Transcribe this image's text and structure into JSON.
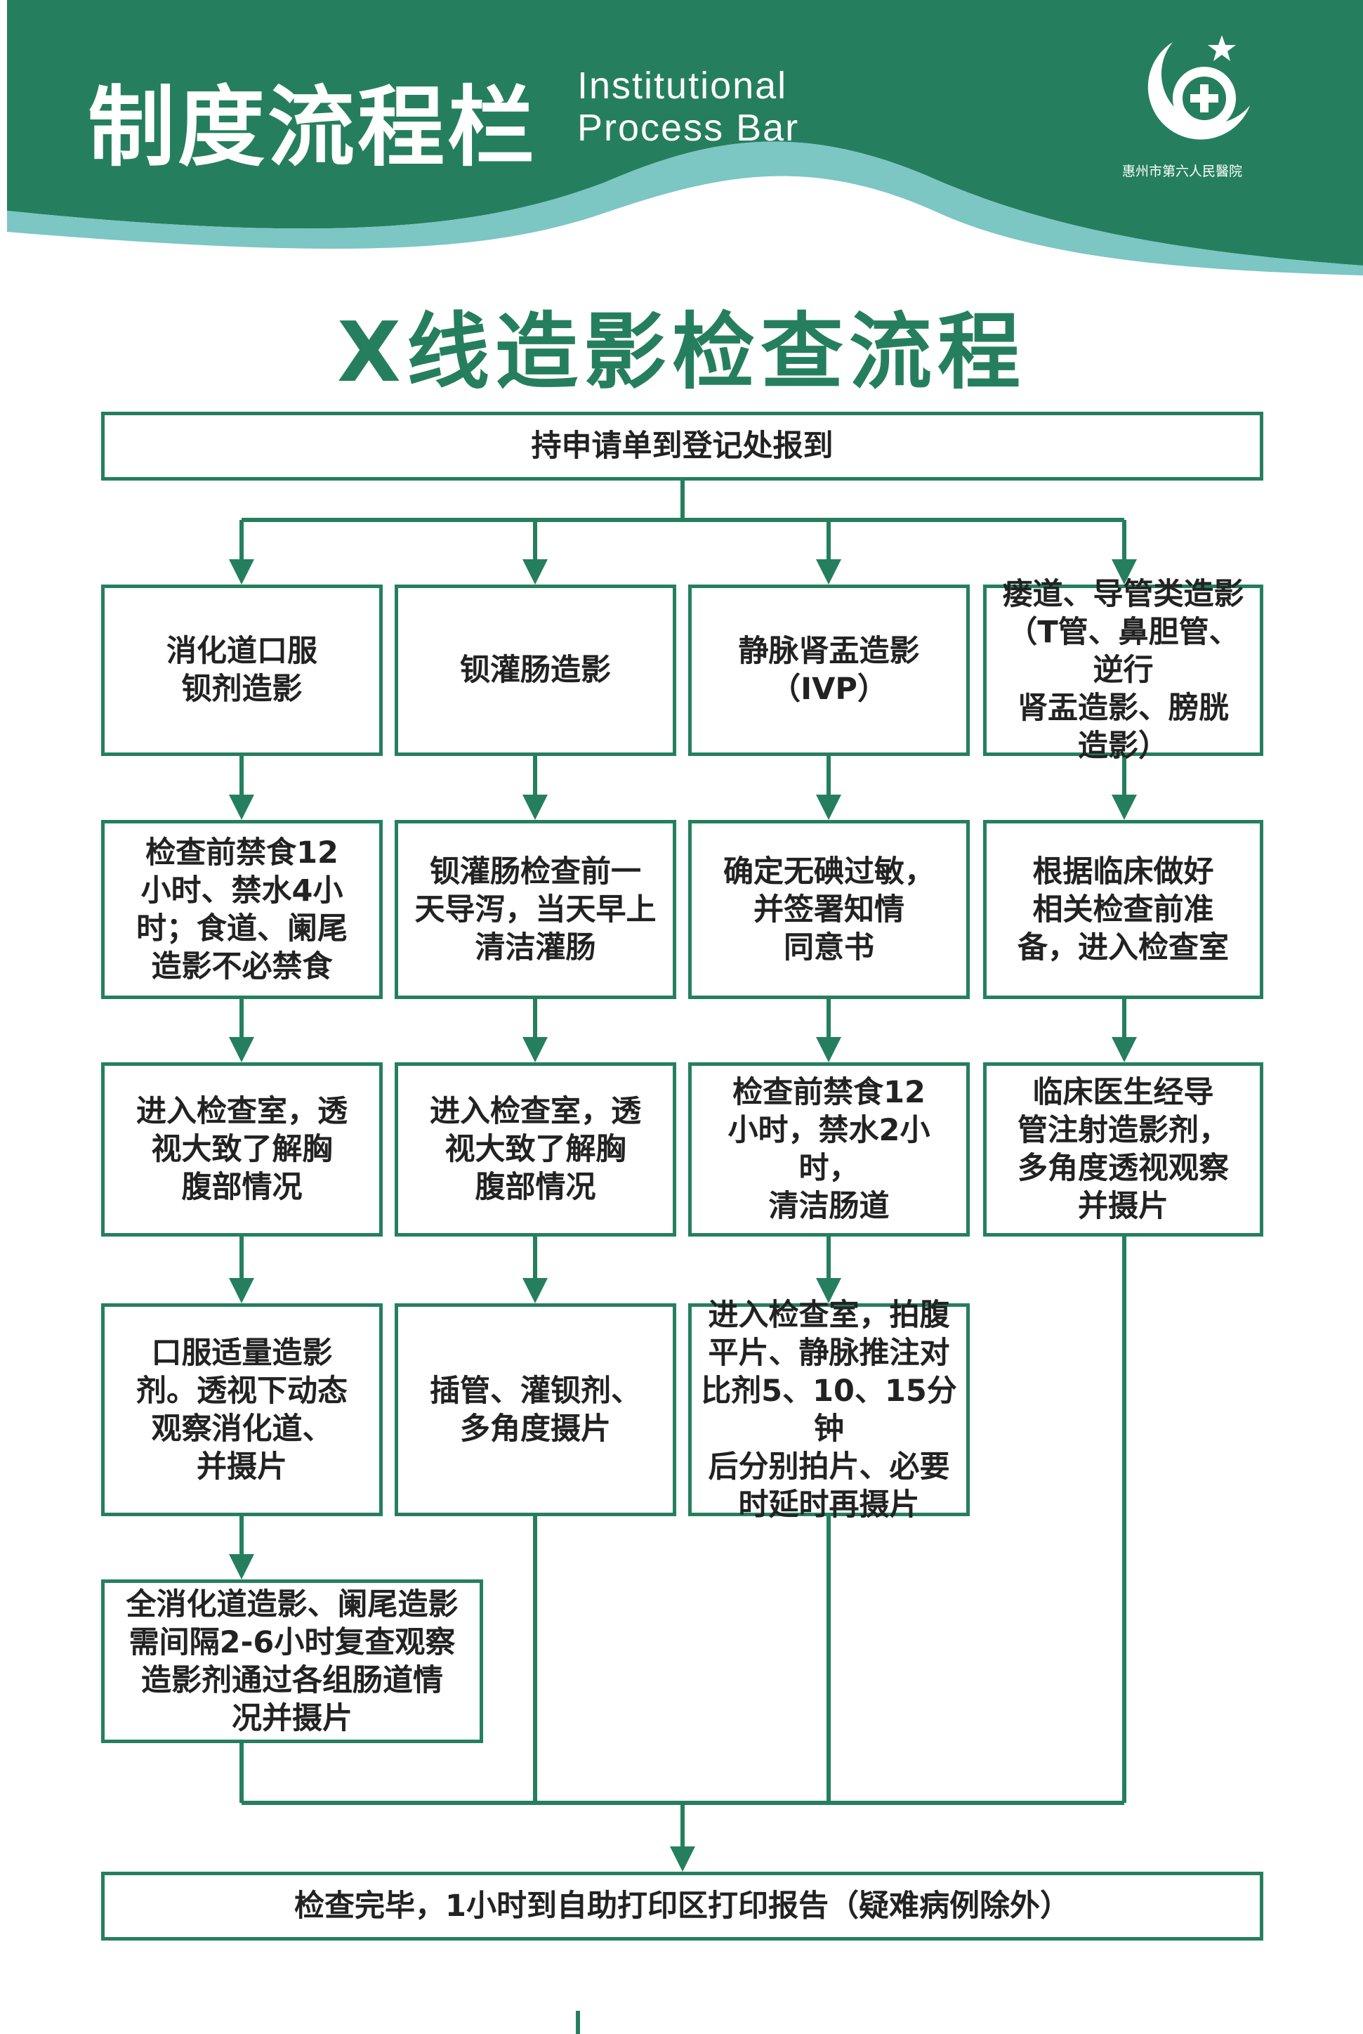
{
  "header": {
    "title_cn": "制度流程栏",
    "title_en_line1": "Institutional",
    "title_en_line2": "Process Bar",
    "hospital_name": "惠州市第六人民醫院"
  },
  "colors": {
    "brand_green": "#257f5e",
    "wave_teal": "#7cc6c4"
  },
  "page_title": "X线造影检查流程",
  "start": "持申请单到登记处报到",
  "columns": [
    {
      "steps": [
        "消化道口服\n钡剂造影",
        "检查前禁食12\n小时、禁水4小\n时；食道、阑尾\n造影不必禁食",
        "进入检查室，透\n视大致了解胸\n腹部情况",
        "口服适量造影\n剂。透视下动态\n观察消化道、\n并摄片",
        "全消化道造影、阑尾造影\n需间隔2-6小时复查观察\n造影剂通过各组肠道情\n况并摄片"
      ]
    },
    {
      "steps": [
        "钡灌肠造影",
        "钡灌肠检查前一\n天导泻，当天早上\n清洁灌肠",
        "进入检查室，透\n视大致了解胸\n腹部情况",
        "插管、灌钡剂、\n多角度摄片"
      ]
    },
    {
      "steps": [
        "静脉肾盂造影\n（IVP）",
        "确定无碘过敏，\n并签署知情\n同意书",
        "检查前禁食12\n小时，禁水2小时，\n清洁肠道",
        "进入检查室，拍腹\n平片、静脉推注对\n比剂5、10、15分钟\n后分别拍片、必要\n时延时再摄片"
      ]
    },
    {
      "steps": [
        "瘘道、导管类造影\n（T管、鼻胆管、逆行\n肾盂造影、膀胱\n造影）",
        "根据临床做好\n相关检查前准\n备，进入检查室",
        "临床医生经导\n管注射造影剂，\n多角度透视观察\n并摄片"
      ]
    }
  ],
  "end": "检查完毕，1小时到自助打印区打印报告（疑难病例除外）"
}
